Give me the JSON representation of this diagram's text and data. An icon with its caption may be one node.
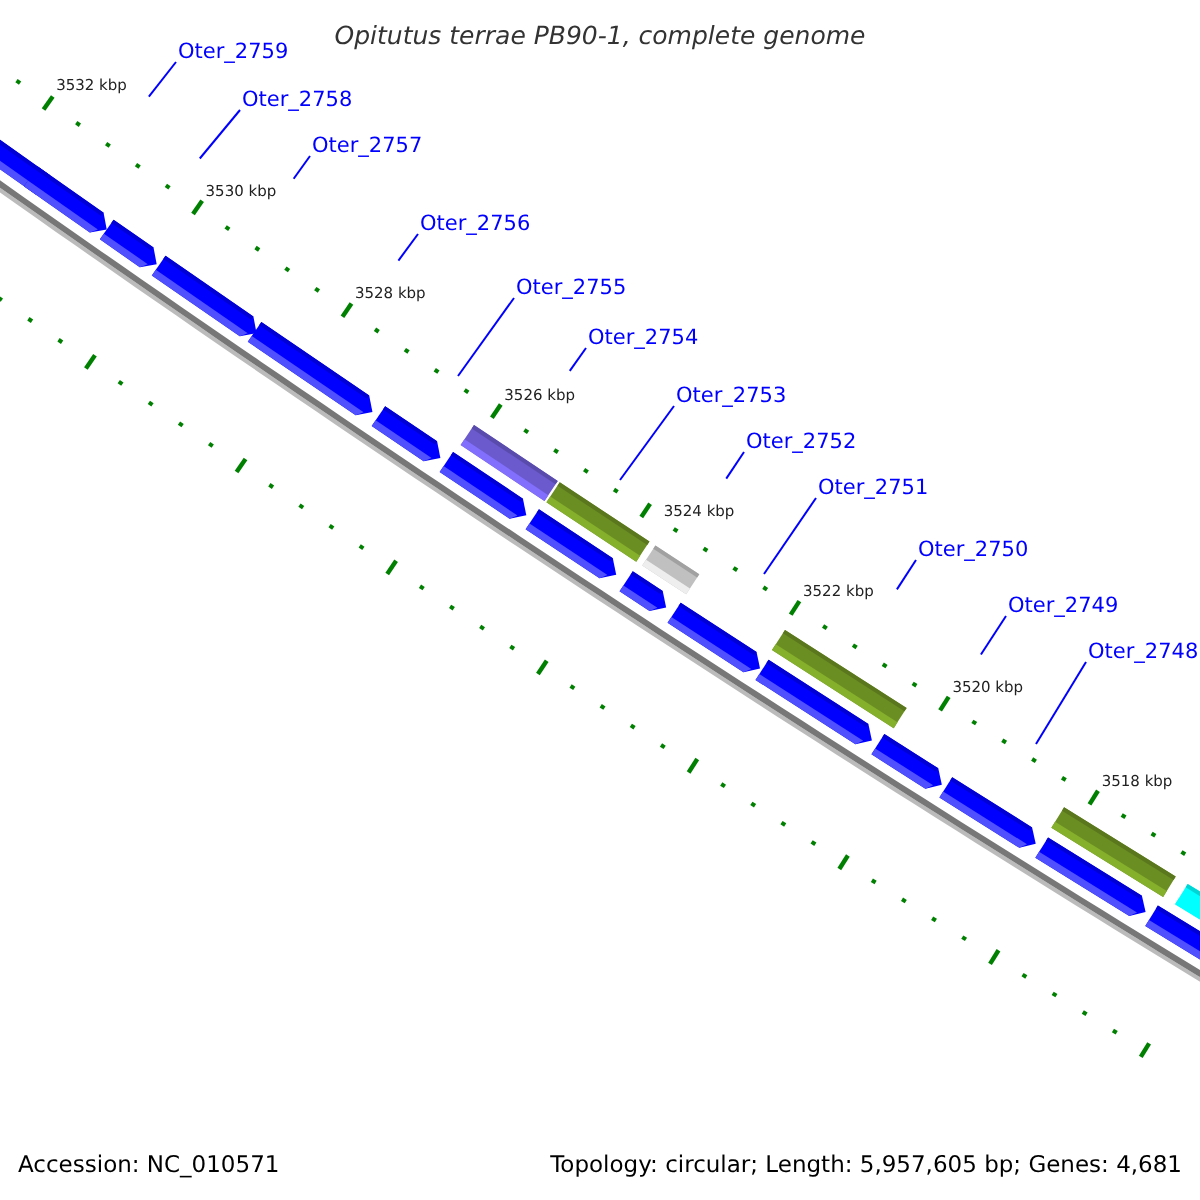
{
  "diagram": {
    "title": "Opitutus terrae PB90-1, complete genome",
    "nodes": [
      {
        "text": [
          "Oter_2759"
        ]
      },
      {
        "text": [
          "Oter_2758"
        ]
      },
      {
        "text": [
          "Oter_2757"
        ]
      },
      {
        "text": [
          "Oter_2756"
        ]
      },
      {
        "text": [
          "Oter_2755"
        ]
      },
      {
        "text": [
          "Oter_2754"
        ]
      },
      {
        "text": [
          "Oter_2753"
        ]
      },
      {
        "text": [
          "Oter_2752"
        ]
      },
      {
        "text": [
          "Oter_2751"
        ]
      },
      {
        "text": [
          "Oter_2750"
        ]
      },
      {
        "text": [
          "Oter_2749"
        ]
      },
      {
        "text": [
          "Oter_2748"
        ]
      }
    ],
    "edges": [
      {
        "from": 0,
        "to": null,
        "arrow": "none"
      },
      {
        "from": 1,
        "to": null,
        "arrow": "none"
      },
      {
        "from": 2,
        "to": null,
        "arrow": "none"
      },
      {
        "from": 3,
        "to": null,
        "arrow": "none"
      },
      {
        "from": 4,
        "to": null,
        "arrow": "none"
      },
      {
        "from": 5,
        "to": null,
        "arrow": "none"
      },
      {
        "from": 6,
        "to": null,
        "arrow": "none"
      },
      {
        "from": 7,
        "to": null,
        "arrow": "none"
      },
      {
        "from": 8,
        "to": null,
        "arrow": "none"
      },
      {
        "from": 9,
        "to": null,
        "arrow": "none"
      },
      {
        "from": 10,
        "to": null,
        "arrow": "none"
      },
      {
        "from": 11,
        "to": null,
        "arrow": "none"
      }
    ],
    "labels": [
      "3532 kbp",
      "3530 kbp",
      "3528 kbp",
      "3526 kbp",
      "3524 kbp",
      "3522 kbp",
      "3520 kbp",
      "3518 kbp",
      "Accession: NC_010571",
      "Topology: circular; Length: 5,957,605 bp; Genes: 4,681"
    ]
  }
}
